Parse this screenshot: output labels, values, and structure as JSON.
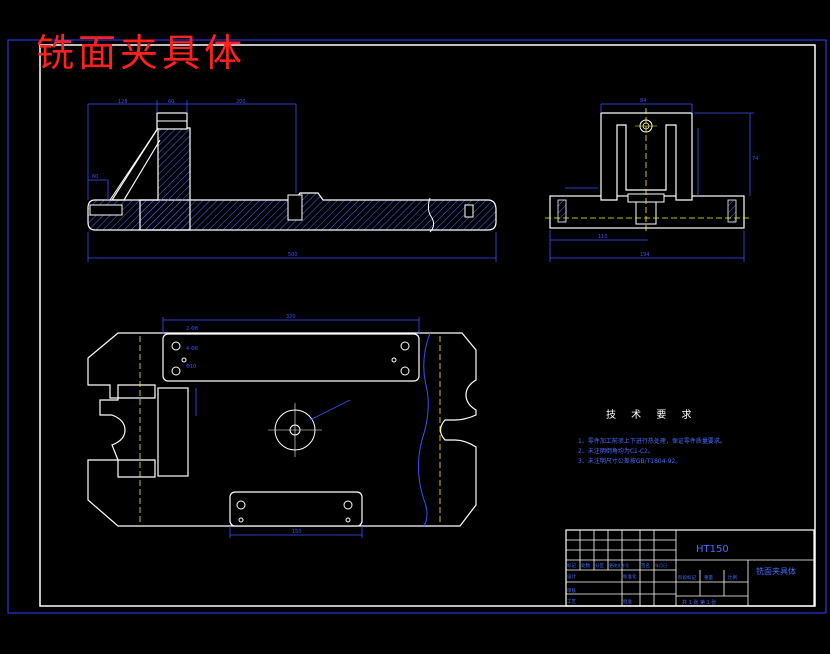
{
  "drawing_title": "铣面夹具体",
  "technical_requirements": {
    "heading": "技 术 要 求",
    "items": [
      "1、零件加工前须上下进行热处理，保证零件质量要求。",
      "2、未注明倒角均为C1-C2。",
      "3、未注明尺寸公差按GB/T1804-92。"
    ]
  },
  "title_block": {
    "code": "HT150",
    "part_name": "铣面夹具体",
    "sheet_info": "共 1 张    第 1 张",
    "header_labels": [
      "标记",
      "处数",
      "分区",
      "更改文件号",
      "签名",
      "年月日"
    ],
    "row_labels": [
      "设计",
      "标准化",
      "审核",
      "工艺",
      "批准"
    ],
    "stage_labels": [
      "阶段标记",
      "重量",
      "比例"
    ]
  },
  "dimensions": {
    "front_top": [
      "128",
      "60",
      "200"
    ],
    "front_overall": "500",
    "front_left_height": "60",
    "side_overall": "194",
    "side_inner": "110",
    "side_top": "84",
    "side_height": "74",
    "plan_top": "320",
    "plan_bottom": "150",
    "plan_hole_labels": [
      "2-Φ8",
      "4-Φ8",
      "Φ10"
    ]
  },
  "colors": {
    "outline": "#ffffff",
    "dimension": "#3850ff",
    "centerline": "#ffff00",
    "title": "#ff2020",
    "hatch": "#4a6cff"
  }
}
